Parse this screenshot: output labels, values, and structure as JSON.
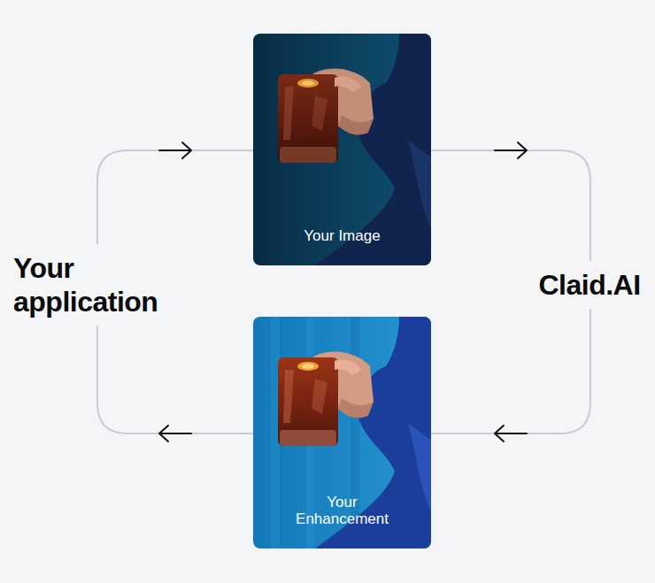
{
  "diagram": {
    "nodes": [
      {
        "text": [
          "Your application"
        ]
      },
      {
        "text": [
          "Your Image"
        ]
      },
      {
        "text": [
          "Claid.AI"
        ]
      },
      {
        "text": [
          "Your Enhancement"
        ]
      }
    ],
    "edges": [
      {
        "from": 0,
        "to": 1,
        "arrow": "to"
      },
      {
        "from": 1,
        "to": 2,
        "arrow": "to"
      },
      {
        "from": 2,
        "to": 3,
        "arrow": "to"
      },
      {
        "from": 3,
        "to": 0,
        "arrow": "to"
      }
    ]
  }
}
